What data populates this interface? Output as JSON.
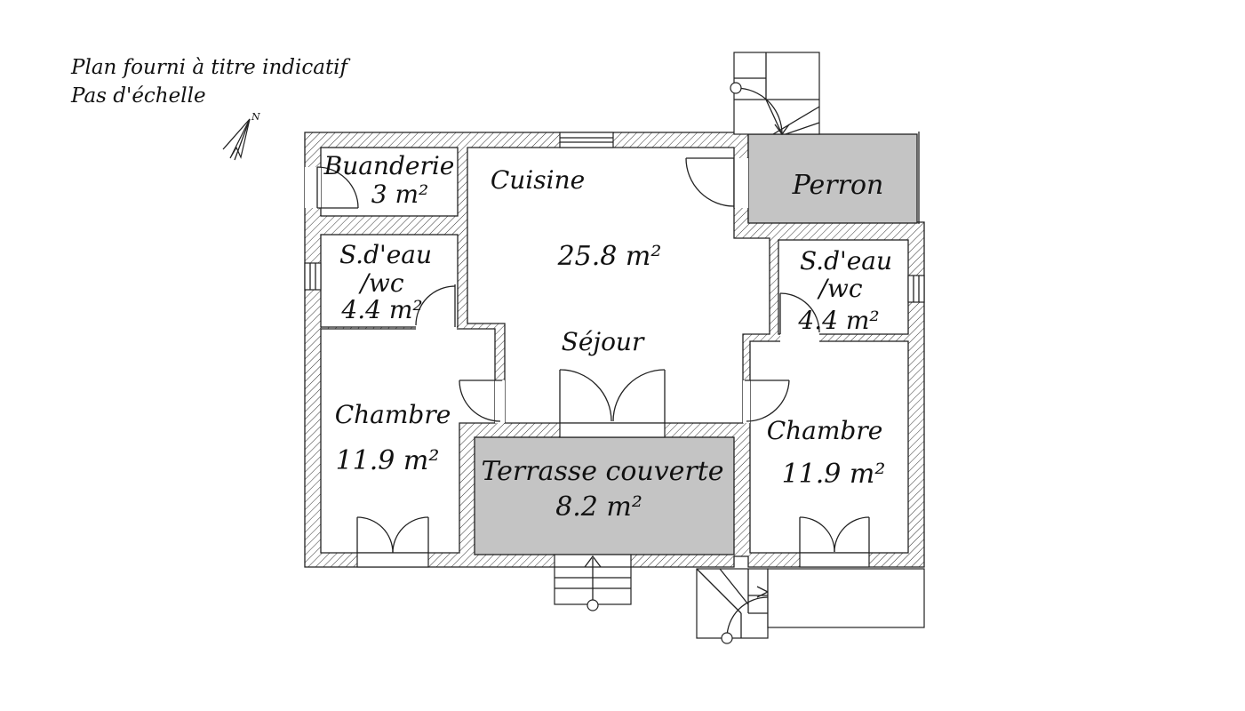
{
  "notes": {
    "line1": "Plan fourni à titre indicatif",
    "line2": "Pas d'échelle"
  },
  "compass_letter": "N",
  "rooms": {
    "buanderie": {
      "name": "Buanderie",
      "area": "3 m²"
    },
    "cuisine": {
      "name": "Cuisine"
    },
    "sejour": {
      "name": "Séjour",
      "area": "25.8 m²"
    },
    "perron": {
      "name": "Perron"
    },
    "sdeau_left": {
      "name_line1": "S.d'eau",
      "name_line2": "/wc",
      "area": "4.4 m²"
    },
    "sdeau_right": {
      "name_line1": "S.d'eau",
      "name_line2": "/wc",
      "area": "4.4 m²"
    },
    "chambre_left": {
      "name": "Chambre",
      "area": "11.9 m²"
    },
    "chambre_right": {
      "name": "Chambre",
      "area": "11.9 m²"
    },
    "terrasse": {
      "name": "Terrasse couverte",
      "area": "8.2 m²"
    }
  },
  "colors": {
    "covered_fill": "#c4c4c4",
    "line": "#222222"
  }
}
